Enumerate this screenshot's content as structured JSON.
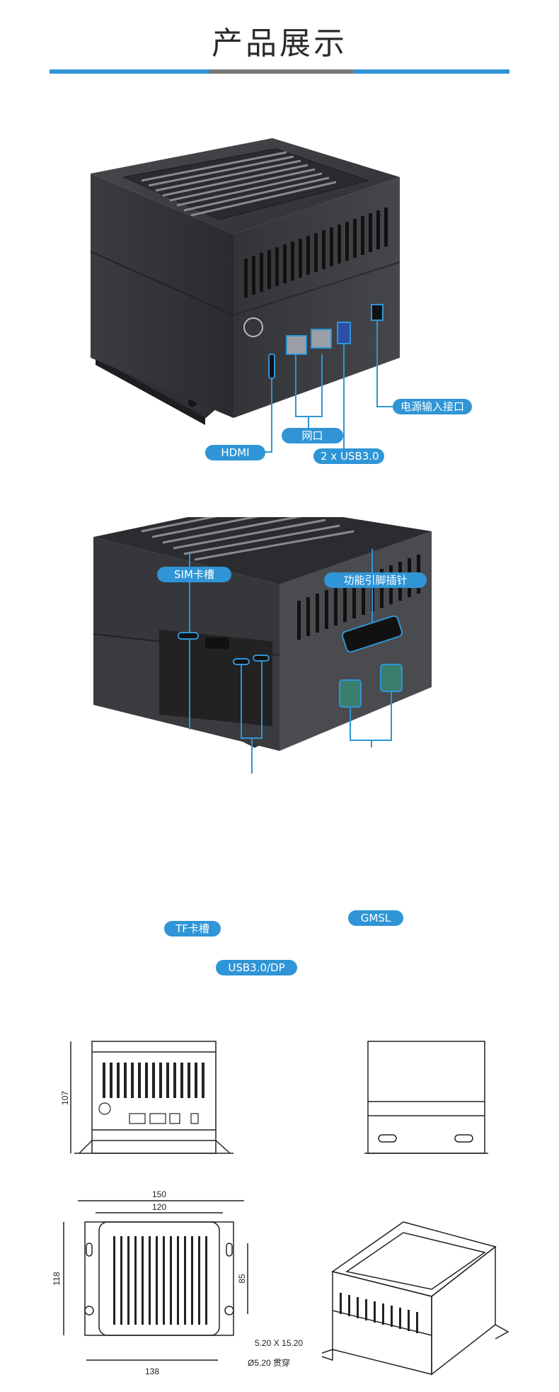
{
  "title": "产品展示",
  "colors": {
    "accent": "#2f95d6",
    "bar_gray": "#777777",
    "device": "#3a3b3e"
  },
  "section1": {
    "labels": {
      "hdmi": "HDMI",
      "lan": "网口",
      "usb": "2 x USB3.0",
      "power": "电源输入接口"
    }
  },
  "section2": {
    "labels": {
      "sim": "SIM卡槽",
      "pins": "功能引脚插针",
      "tf": "TF卡槽",
      "usbdp": "USB3.0/DP",
      "gmsl": "GMSL"
    }
  },
  "drawings": {
    "front_height": "107",
    "width_outer": "150",
    "width_inner": "120",
    "height_outer": "118",
    "hole_spacing": "85",
    "slot": "5.20 X 15.20",
    "hole": "Ø5.20 贯穿",
    "base_width": "138"
  }
}
